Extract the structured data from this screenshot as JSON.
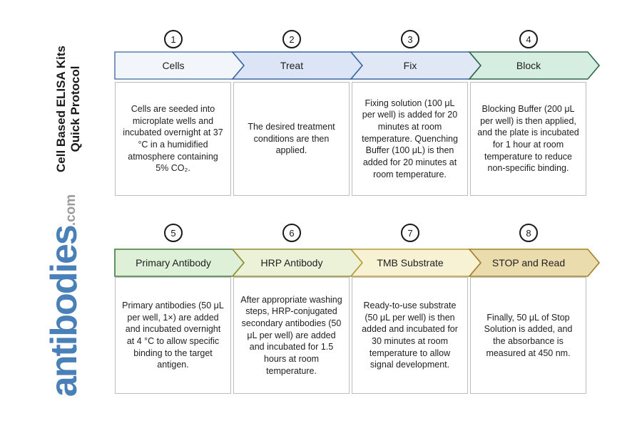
{
  "brand": {
    "title_line1": "Cell Based ELISA Kits",
    "title_line2": "Quick Protocol",
    "logo_main": "antibodies",
    "logo_suffix": ".com",
    "logo_color": "#4a80b8",
    "logo_suffix_color": "#9b9b9b"
  },
  "steps": [
    {
      "number": "1",
      "label": "Cells",
      "description": "Cells are seeded into microplate wells and incubated overnight at 37 °C in a humidified atmosphere containing 5% CO₂.",
      "fill": "#f2f6fb",
      "border": "#5b7dad"
    },
    {
      "number": "2",
      "label": "Treat",
      "description": "The desired treatment conditions are then applied.",
      "fill": "#dce5f6",
      "border": "#3c66a4"
    },
    {
      "number": "3",
      "label": "Fix",
      "description": "Fixing solution (100 μL per well) is added for 20 minutes at room temperature. Quenching Buffer (100 μL) is then added for 20 minutes at room temperature.",
      "fill": "#e0e8f6",
      "border": "#3c66a4"
    },
    {
      "number": "4",
      "label": "Block",
      "description": "Blocking Buffer (200 μL per well) is then applied, and the plate is incubated for 1 hour at room temperature to reduce non-specific binding.",
      "fill": "#d6ede1",
      "border": "#2e664d"
    },
    {
      "number": "5",
      "label": "Primary Antibody",
      "description": "Primary antibodies (50 μL per well, 1×) are added and incubated overnight at 4 °C to allow specific binding to the target antigen.",
      "fill": "#dff0d9",
      "border": "#40783a"
    },
    {
      "number": "6",
      "label": "HRP Antibody",
      "description": "After appropriate washing steps, HRP-conjugated secondary antibodies (50 μL per well) are added and incubated for 1.5 hours at room temperature.",
      "fill": "#ebf2d8",
      "border": "#8f8c33"
    },
    {
      "number": "7",
      "label": "TMB Substrate",
      "description": "Ready-to-use substrate (50 μL per well) is then added and incubated for 30 minutes at room temperature to allow signal development.",
      "fill": "#f7f2d4",
      "border": "#b79935"
    },
    {
      "number": "8",
      "label": "STOP and Read",
      "description": "Finally, 50 μL of Stop Solution is added, and the absorbance is measured at 450 nm.",
      "fill": "#ebdcae",
      "border": "#a2802a"
    }
  ]
}
